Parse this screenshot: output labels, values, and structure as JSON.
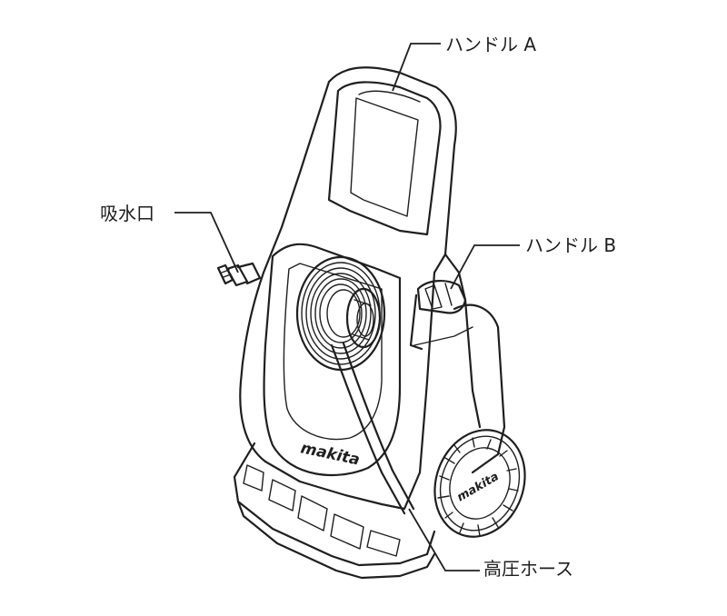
{
  "labels": {
    "handle_a": "ハンドル A",
    "water_inlet": "吸水口",
    "handle_b": "ハンドル B",
    "high_pressure_hose": "高圧ホース"
  },
  "brand": {
    "front_logo": "makita",
    "reel_logo": "makita"
  },
  "colors": {
    "line": "#1f1f1f",
    "background": "#ffffff"
  }
}
